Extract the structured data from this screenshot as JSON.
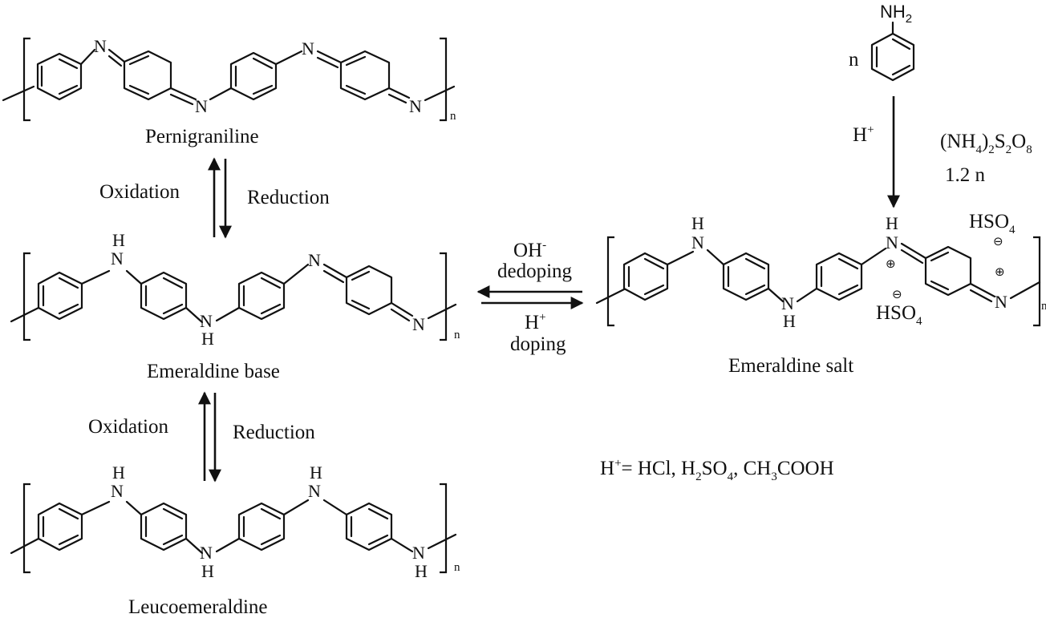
{
  "structures": {
    "pernigraniline": {
      "name": "Pernigraniline",
      "subscript": "n",
      "atoms": [
        "N",
        "N",
        "N",
        "N"
      ]
    },
    "emeraldine_base": {
      "name": "Emeraldine base",
      "subscript": "n",
      "atoms": [
        "N",
        "H",
        "N",
        "H",
        "N",
        "N"
      ]
    },
    "leucoemeraldine": {
      "name": "Leucoemeraldine",
      "subscript": "n",
      "atoms": [
        "N",
        "H",
        "N",
        "H",
        "N",
        "H",
        "N",
        "H"
      ]
    },
    "emeraldine_salt": {
      "name": "Emeraldine salt",
      "subscript": "n",
      "atoms": [
        "H",
        "N",
        "N",
        "H",
        "H",
        "N",
        "N"
      ],
      "counterion_1": "HSO4",
      "counterion_2": "HSO4",
      "plus_sign": "⊕",
      "minus_sign": "⊖"
    },
    "aniline": {
      "group_NH": "NH",
      "group_sub": "2",
      "coefficient": "n"
    }
  },
  "reactions": {
    "top_oxidation": "Oxidation",
    "top_reduction": "Reduction",
    "bottom_oxidation": "Oxidation",
    "bottom_reduction": "Reduction",
    "dedoping_ion": "OH",
    "dedoping_ion_charge": "-",
    "dedoping": "dedoping",
    "doping_ion": "H",
    "doping_ion_charge": "+",
    "doping": "doping",
    "acid": "H",
    "acid_charge": "+",
    "oxidant": {
      "a": "(NH",
      "b": "4",
      "c": ")",
      "d": "2",
      "e": "S",
      "f": "2",
      "g": "O",
      "h": "8"
    },
    "oxidant_amount": "1.2 n"
  },
  "footnote": {
    "lhs": "H",
    "lhs_charge": "+",
    "eq": "= HCl, H",
    "s1": "2",
    "mid": "SO",
    "s2": "4",
    "mid2": ", CH",
    "s3": "3",
    "rest": "COOH"
  }
}
